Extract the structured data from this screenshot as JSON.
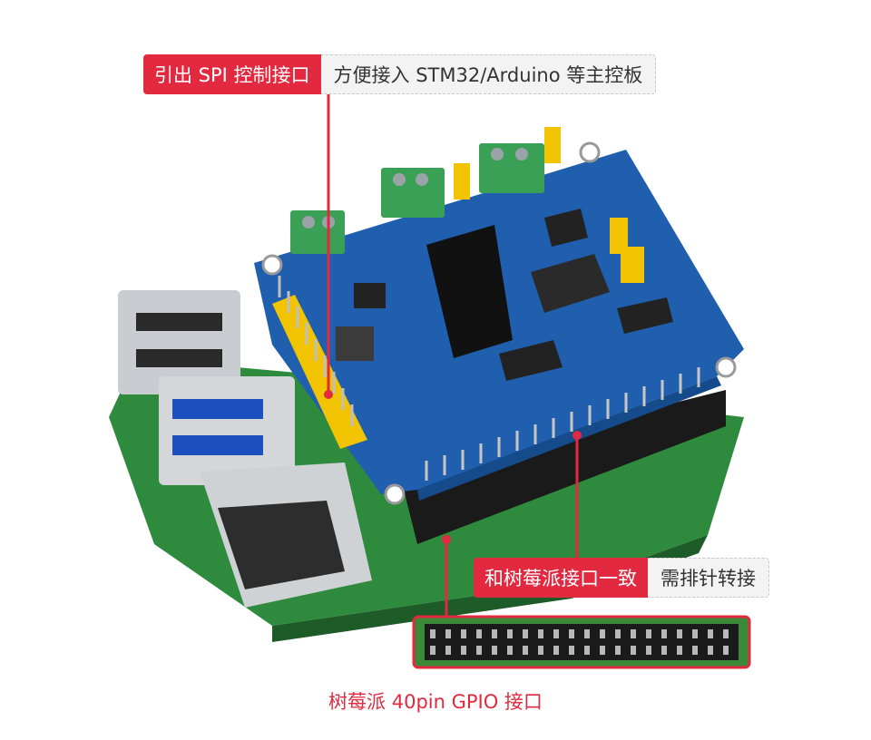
{
  "callout_top": {
    "label": "引出 SPI 控制接口",
    "note": "方便接入 STM32/Arduino 等主控板"
  },
  "callout_mid": {
    "label": "和树莓派接口一致",
    "note": "需排针转接"
  },
  "caption": "树莓派 40pin GPIO 接口",
  "colors": {
    "accent": "#e3293f",
    "pcb_blue": "#1f5fae",
    "raspberry_green": "#2e8b3e",
    "terminal_green": "#3aa055",
    "header_yellow": "#f2c300"
  }
}
